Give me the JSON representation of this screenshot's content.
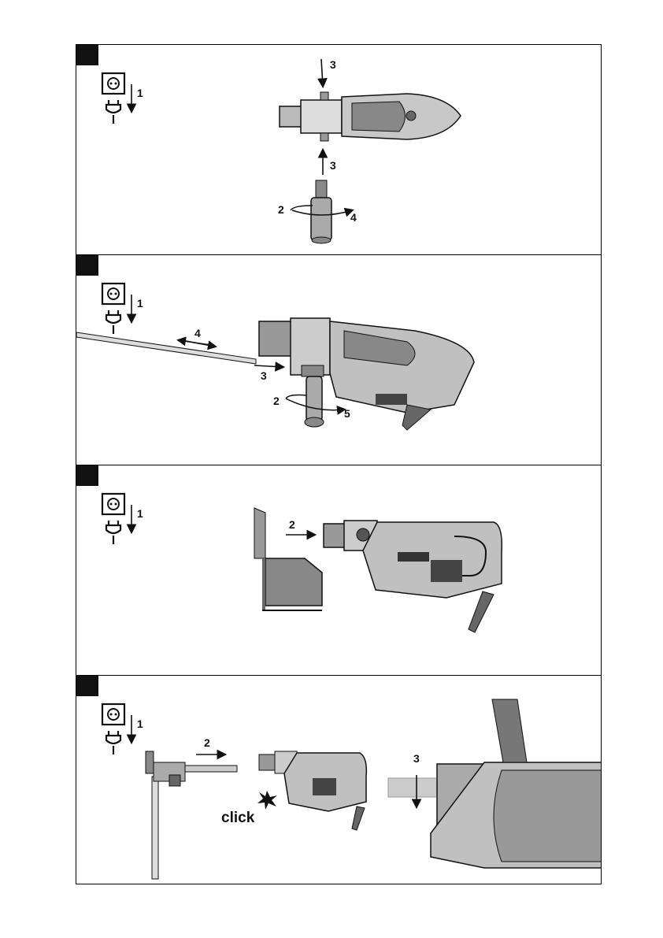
{
  "panels": [
    {
      "id": "fig-1",
      "steps": [
        "1",
        "2",
        "3",
        "3",
        "4"
      ]
    },
    {
      "id": "fig-2",
      "steps": [
        "1",
        "2",
        "3",
        "4",
        "5"
      ]
    },
    {
      "id": "fig-3",
      "steps": [
        "1",
        "2"
      ]
    },
    {
      "id": "fig-4",
      "steps": [
        "1",
        "2",
        "3"
      ],
      "click_text": "click"
    }
  ],
  "icons": [
    "power-socket-icon",
    "power-plug-icon",
    "hammer-drill-icon",
    "side-handle-icon",
    "depth-gauge-icon",
    "dust-shield-icon",
    "dust-removal-attachment-icon",
    "click-burst-icon"
  ]
}
